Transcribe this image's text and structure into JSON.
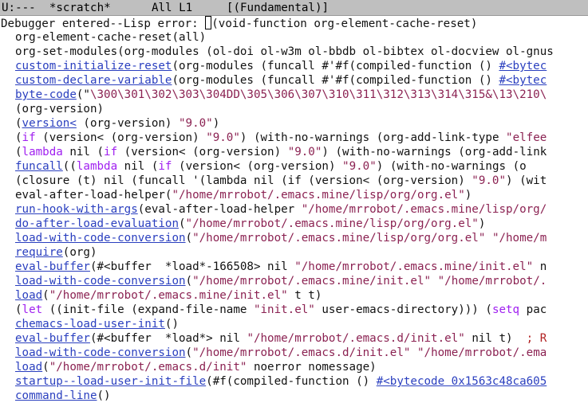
{
  "modeline": {
    "status": "U:---",
    "buffer_name": "*scratch*",
    "position": "All L1",
    "mode": "[(Fundamental)]"
  },
  "lines": [
    {
      "indent": false,
      "parts": [
        {
          "t": "Debugger entered--Lisp error: "
        },
        {
          "cursor": true
        },
        {
          "t": "(void-function org-element-cache-reset)"
        }
      ]
    },
    {
      "indent": true,
      "parts": [
        {
          "t": "org-element-cache-reset(all)"
        }
      ]
    },
    {
      "indent": true,
      "parts": [
        {
          "t": "org-set-modules(org-modules (ol-doi ol-w3m ol-bbdb ol-bibtex ol-docview ol-gnus"
        }
      ]
    },
    {
      "indent": true,
      "parts": [
        {
          "t": "custom-initialize-reset",
          "c": "fn"
        },
        {
          "t": "(org-modules (funcall #'#f(compiled-function () "
        },
        {
          "t": "#<bytec",
          "c": "fn"
        }
      ]
    },
    {
      "indent": true,
      "parts": [
        {
          "t": "custom-declare-variable",
          "c": "fn"
        },
        {
          "t": "(org-modules (funcall #'#f(compiled-function () "
        },
        {
          "t": "#<bytec",
          "c": "fn"
        }
      ]
    },
    {
      "indent": true,
      "parts": [
        {
          "t": "byte-code",
          "c": "fn"
        },
        {
          "t": "(\""
        },
        {
          "t": "\\300\\301\\302\\303\\304DD\\305\\306\\307\\310\\311\\312\\313\\314\\315&\\13\\210\\",
          "c": "str"
        }
      ]
    },
    {
      "indent": true,
      "parts": [
        {
          "t": "(org-version)"
        }
      ]
    },
    {
      "indent": true,
      "parts": [
        {
          "t": "("
        },
        {
          "t": "version<",
          "c": "fn"
        },
        {
          "t": " (org-version) "
        },
        {
          "t": "\"9.0\"",
          "c": "str"
        },
        {
          "t": ")"
        }
      ]
    },
    {
      "indent": true,
      "parts": [
        {
          "t": "("
        },
        {
          "t": "if",
          "c": "kw"
        },
        {
          "t": " (version< (org-version) "
        },
        {
          "t": "\"9.0\"",
          "c": "str"
        },
        {
          "t": ") (with-no-warnings (org-add-link-type "
        },
        {
          "t": "\"elfee",
          "c": "str"
        }
      ]
    },
    {
      "indent": true,
      "parts": [
        {
          "t": "("
        },
        {
          "t": "lambda",
          "c": "kw"
        },
        {
          "t": " nil ("
        },
        {
          "t": "if",
          "c": "kw"
        },
        {
          "t": " (version< (org-version) "
        },
        {
          "t": "\"9.0\"",
          "c": "str"
        },
        {
          "t": ") (with-no-warnings (org-add-link"
        }
      ]
    },
    {
      "indent": true,
      "parts": [
        {
          "t": "funcall",
          "c": "fn"
        },
        {
          "t": "(("
        },
        {
          "t": "lambda",
          "c": "kw"
        },
        {
          "t": " nil ("
        },
        {
          "t": "if",
          "c": "kw"
        },
        {
          "t": " (version< (org-version) "
        },
        {
          "t": "\"9.0\"",
          "c": "str"
        },
        {
          "t": ") (with-no-warnings (o"
        }
      ]
    },
    {
      "indent": true,
      "parts": [
        {
          "t": "(closure (t) nil (funcall '(lambda nil (if (version< (org-version) "
        },
        {
          "t": "\"9.0\"",
          "c": "str"
        },
        {
          "t": ") (wit"
        }
      ]
    },
    {
      "indent": true,
      "parts": [
        {
          "t": "eval-after-load-helper("
        },
        {
          "t": "\"/home/mrrobot/.emacs.mine/lisp/org/org.el\"",
          "c": "str"
        },
        {
          "t": ")"
        }
      ]
    },
    {
      "indent": true,
      "parts": [
        {
          "t": "run-hook-with-args",
          "c": "fn"
        },
        {
          "t": "(eval-after-load-helper "
        },
        {
          "t": "\"/home/mrrobot/.emacs.mine/lisp/org/",
          "c": "str"
        }
      ]
    },
    {
      "indent": true,
      "parts": [
        {
          "t": "do-after-load-evaluation",
          "c": "fn"
        },
        {
          "t": "("
        },
        {
          "t": "\"/home/mrrobot/.emacs.mine/lisp/org/org.el\"",
          "c": "str"
        },
        {
          "t": ")"
        }
      ]
    },
    {
      "indent": true,
      "parts": [
        {
          "t": "load-with-code-conversion",
          "c": "fn"
        },
        {
          "t": "("
        },
        {
          "t": "\"/home/mrrobot/.emacs.mine/lisp/org/org.el\"",
          "c": "str"
        },
        {
          "t": " "
        },
        {
          "t": "\"/home/m",
          "c": "str"
        }
      ]
    },
    {
      "indent": true,
      "parts": [
        {
          "t": "require",
          "c": "fn"
        },
        {
          "t": "(org)"
        }
      ]
    },
    {
      "indent": true,
      "parts": [
        {
          "t": "eval-buffer",
          "c": "fn"
        },
        {
          "t": "(#<buffer  *load*-166508> nil "
        },
        {
          "t": "\"/home/mrrobot/.emacs.mine/init.el\"",
          "c": "str"
        },
        {
          "t": " n"
        }
      ]
    },
    {
      "indent": true,
      "parts": [
        {
          "t": "load-with-code-conversion",
          "c": "fn"
        },
        {
          "t": "("
        },
        {
          "t": "\"/home/mrrobot/.emacs.mine/init.el\"",
          "c": "str"
        },
        {
          "t": " "
        },
        {
          "t": "\"/home/mrrobot/.",
          "c": "str"
        }
      ]
    },
    {
      "indent": true,
      "parts": [
        {
          "t": "load",
          "c": "fn"
        },
        {
          "t": "("
        },
        {
          "t": "\"/home/mrrobot/.emacs.mine/init.el\"",
          "c": "str"
        },
        {
          "t": " t t)"
        }
      ]
    },
    {
      "indent": true,
      "parts": [
        {
          "t": "("
        },
        {
          "t": "let",
          "c": "kw"
        },
        {
          "t": " ((init-file (expand-file-name "
        },
        {
          "t": "\"init.el\"",
          "c": "str"
        },
        {
          "t": " user-emacs-directory))) ("
        },
        {
          "t": "setq",
          "c": "kw"
        },
        {
          "t": " pac"
        }
      ]
    },
    {
      "indent": true,
      "parts": [
        {
          "t": "chemacs-load-user-init",
          "c": "fn"
        },
        {
          "t": "()"
        }
      ]
    },
    {
      "indent": true,
      "parts": [
        {
          "t": "eval-buffer",
          "c": "fn"
        },
        {
          "t": "(#<buffer  *load*> nil "
        },
        {
          "t": "\"/home/mrrobot/.emacs.d/init.el\"",
          "c": "str"
        },
        {
          "t": " nil t)  "
        },
        {
          "t": "; R",
          "c": "cmt"
        }
      ]
    },
    {
      "indent": true,
      "parts": [
        {
          "t": "load-with-code-conversion",
          "c": "fn"
        },
        {
          "t": "("
        },
        {
          "t": "\"/home/mrrobot/.emacs.d/init.el\"",
          "c": "str"
        },
        {
          "t": " "
        },
        {
          "t": "\"/home/mrrobot/.ema",
          "c": "str"
        }
      ]
    },
    {
      "indent": true,
      "parts": [
        {
          "t": "load",
          "c": "fn"
        },
        {
          "t": "("
        },
        {
          "t": "\"/home/mrrobot/.emacs.d/init\"",
          "c": "str"
        },
        {
          "t": " noerror nomessage)"
        }
      ]
    },
    {
      "indent": true,
      "parts": [
        {
          "t": "startup--load-user-init-file",
          "c": "fn"
        },
        {
          "t": "(#f(compiled-function () "
        },
        {
          "t": "#<bytecode 0x1563c48ca605",
          "c": "fn"
        }
      ]
    },
    {
      "indent": true,
      "parts": [
        {
          "t": "command-line",
          "c": "fn"
        },
        {
          "t": "()"
        }
      ]
    }
  ]
}
